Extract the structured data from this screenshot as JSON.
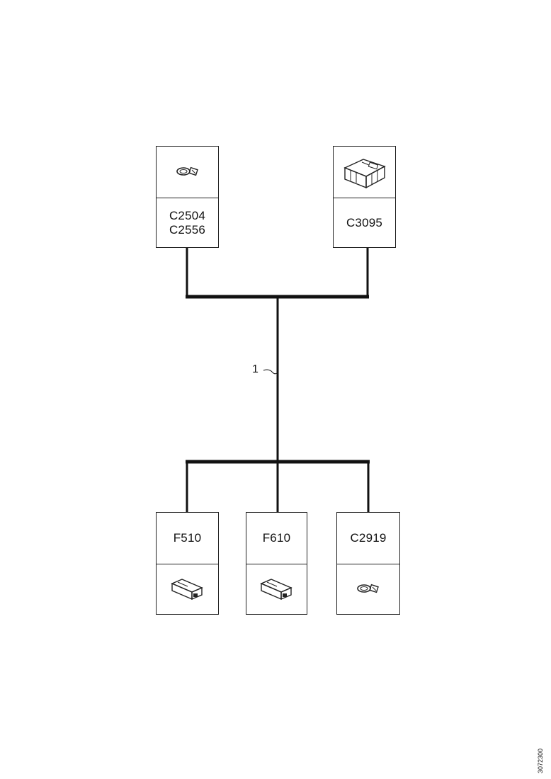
{
  "components": {
    "top_left": {
      "labels": "C2504\nC2556",
      "icon": "round-connector-icon"
    },
    "top_right": {
      "labels": "C3095",
      "icon": "module-connector-icon"
    },
    "bottom_left": {
      "labels": "F510",
      "icon": "fuse-holder-icon"
    },
    "bottom_middle": {
      "labels": "F610",
      "icon": "fuse-holder-icon"
    },
    "bottom_right": {
      "labels": "C2919",
      "icon": "round-connector-icon"
    }
  },
  "callout": {
    "number": "1"
  },
  "figure_id": "3072300"
}
